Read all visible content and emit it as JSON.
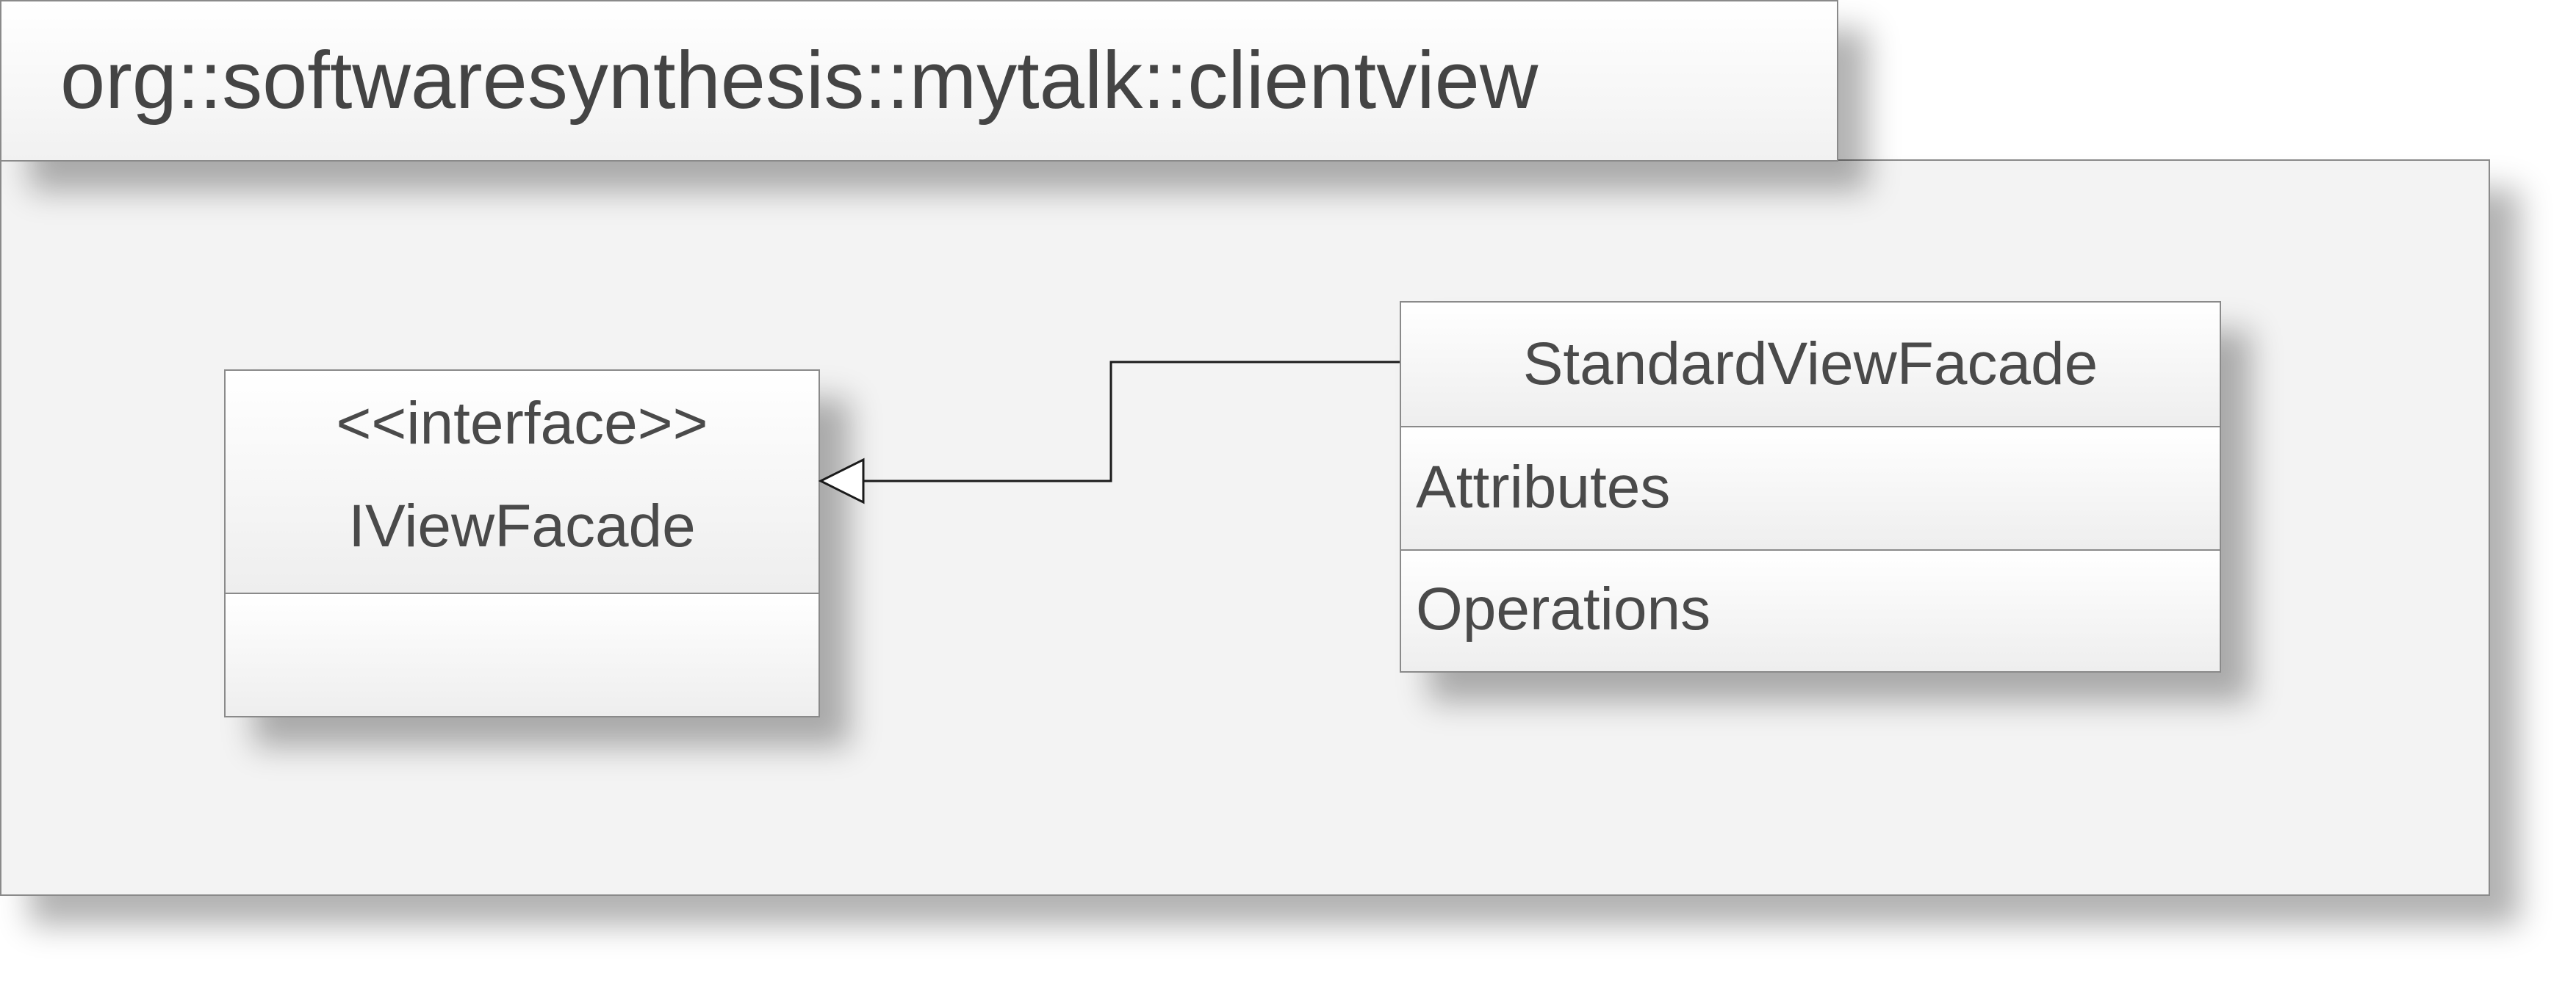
{
  "package": {
    "name": "org::softwaresynthesis::mytalk::clientview"
  },
  "interface_class": {
    "stereotype": "<<interface>>",
    "name": "IViewFacade"
  },
  "standard_class": {
    "name": "StandardViewFacade",
    "attributes_label": "Attributes",
    "operations_label": "Operations"
  },
  "relationship": {
    "type": "realization",
    "from": "StandardViewFacade",
    "to": "IViewFacade"
  }
}
